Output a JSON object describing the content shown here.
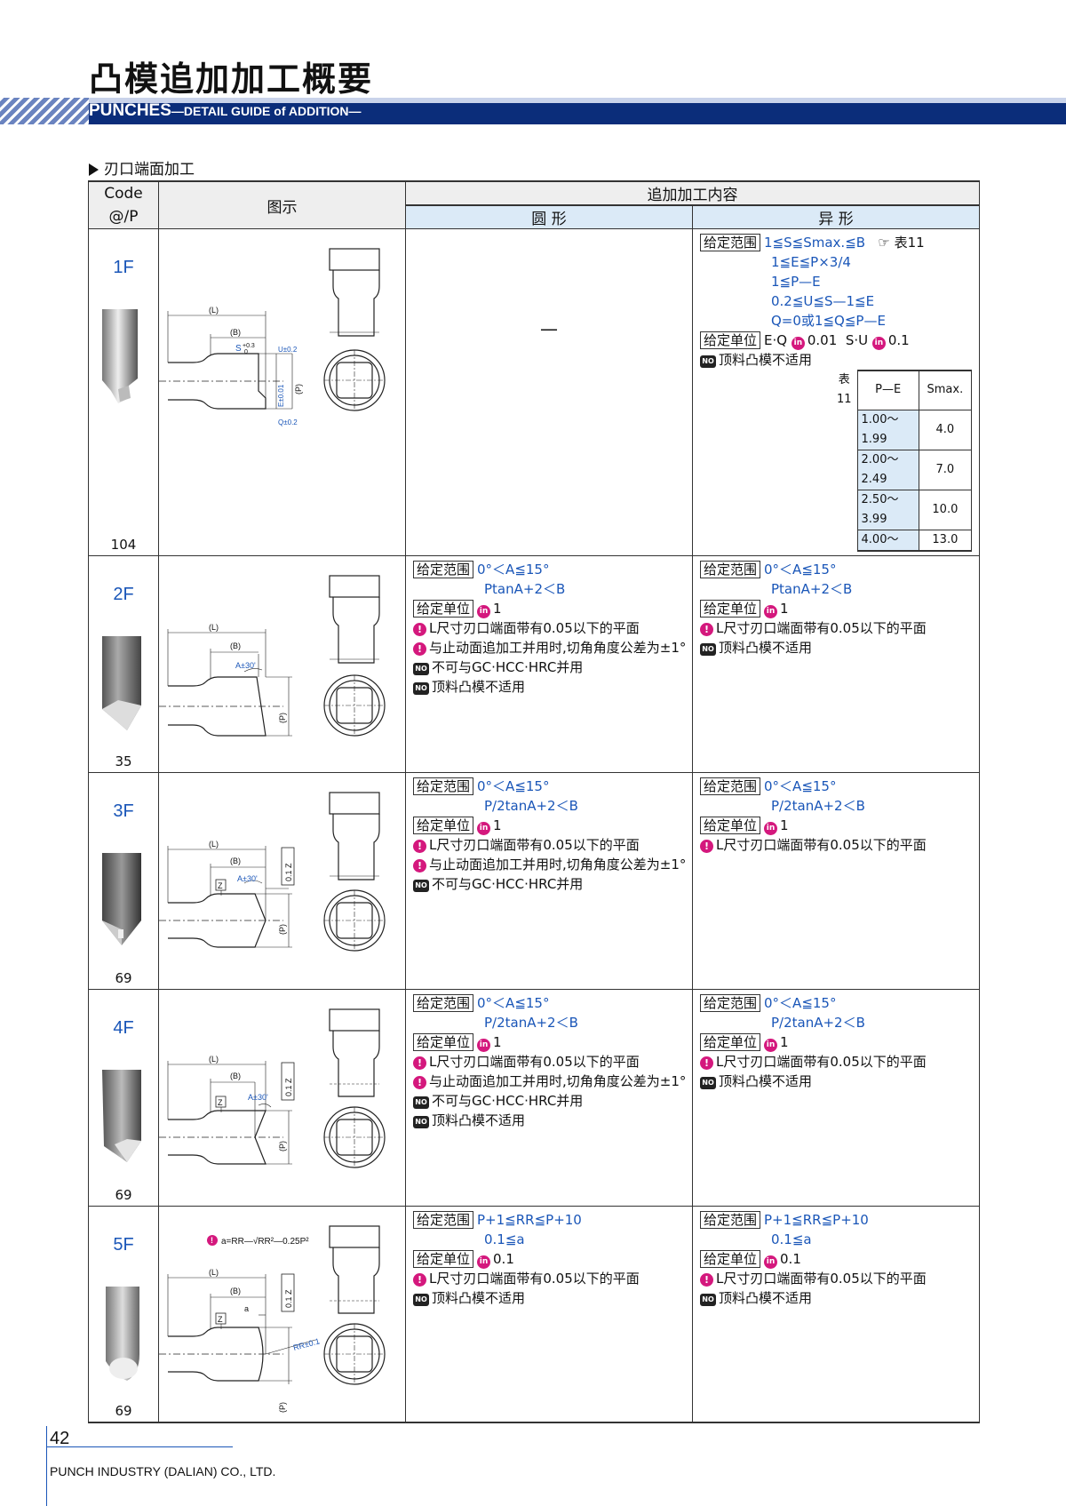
{
  "page": {
    "title": "凸模追加加工概要",
    "banner_main": "PUNCHES",
    "banner_sub": "—DETAIL GUIDE of ADDITION—",
    "section": "刃口端面加工",
    "page_number": "42",
    "company": "PUNCH INDUSTRY (DALIAN) CO., LTD."
  },
  "table": {
    "code_header_1": "Code",
    "code_header_2": "@/P",
    "figure_header": "图示",
    "content_header": "追加加工内容",
    "round_header": "圆 形",
    "shaped_header": "异 形"
  },
  "rows": [
    {
      "code": "1F",
      "page": "104",
      "round_dash": "—",
      "shaped": {
        "range_label": "给定范围",
        "range_lines": [
          "1≦S≦Smax.≦B",
          "1≦E≦P×3/4",
          "1≦P—E",
          "0.2≦U≦S—1≦E",
          "Q=0或1≦Q≦P—E"
        ],
        "range_ref": "☞ 表11",
        "unit_label": "给定单位",
        "unit_text": "E·Q",
        "unit_value1": "0.01",
        "unit_text2": "S·U",
        "unit_value2": "0.1",
        "notes": [
          "顶料凸模不适用"
        ],
        "smax_table": {
          "caption": "表11",
          "headers": [
            "P—E",
            "Smax."
          ],
          "rows": [
            [
              "1.00〜1.99",
              "4.0"
            ],
            [
              "2.00〜2.49",
              "7.0"
            ],
            [
              "2.50〜3.99",
              "10.0"
            ],
            [
              "4.00〜",
              "13.0"
            ]
          ]
        }
      }
    },
    {
      "code": "2F",
      "page": "35",
      "round": {
        "range_label": "给定范围",
        "range_lines": [
          "0°＜A≦15°",
          "PtanA+2＜B"
        ],
        "unit_label": "给定单位",
        "unit_value": "1",
        "warn_notes": [
          "L尺寸刃口端面带有0.05以下的平面",
          "与止动面追加工并用时,切角角度公差为±1°"
        ],
        "no_notes": [
          "不可与GC·HCC·HRC并用",
          "顶料凸模不适用"
        ]
      },
      "shaped": {
        "range_label": "给定范围",
        "range_lines": [
          "0°＜A≦15°",
          "PtanA+2＜B"
        ],
        "unit_label": "给定单位",
        "unit_value": "1",
        "warn_notes": [
          "L尺寸刃口端面带有0.05以下的平面"
        ],
        "no_notes": [
          "顶料凸模不适用"
        ]
      }
    },
    {
      "code": "3F",
      "page": "69",
      "round": {
        "range_label": "给定范围",
        "range_lines": [
          "0°＜A≦15°",
          "P/2tanA+2＜B"
        ],
        "unit_label": "给定单位",
        "unit_value": "1",
        "warn_notes": [
          "L尺寸刃口端面带有0.05以下的平面",
          "与止动面追加工并用时,切角角度公差为±1°"
        ],
        "no_notes": [
          "不可与GC·HCC·HRC并用"
        ]
      },
      "shaped": {
        "range_label": "给定范围",
        "range_lines": [
          "0°＜A≦15°",
          "P/2tanA+2＜B"
        ],
        "unit_label": "给定单位",
        "unit_value": "1",
        "warn_notes": [
          "L尺寸刃口端面带有0.05以下的平面"
        ],
        "no_notes": []
      }
    },
    {
      "code": "4F",
      "page": "69",
      "round": {
        "range_label": "给定范围",
        "range_lines": [
          "0°＜A≦15°",
          "P/2tanA+2＜B"
        ],
        "unit_label": "给定单位",
        "unit_value": "1",
        "warn_notes": [
          "L尺寸刃口端面带有0.05以下的平面",
          "与止动面追加工并用时,切角角度公差为±1°"
        ],
        "no_notes": [
          "不可与GC·HCC·HRC并用",
          "顶料凸模不适用"
        ]
      },
      "shaped": {
        "range_label": "给定范围",
        "range_lines": [
          "0°＜A≦15°",
          "P/2tanA+2＜B"
        ],
        "unit_label": "给定单位",
        "unit_value": "1",
        "warn_notes": [
          "L尺寸刃口端面带有0.05以下的平面"
        ],
        "no_notes": [
          "顶料凸模不适用"
        ]
      }
    },
    {
      "code": "5F",
      "page": "69",
      "formula": "a=RR—√RR²—0.25P²",
      "round": {
        "range_label": "给定范围",
        "range_lines": [
          "P+1≦RR≦P+10",
          "0.1≦a"
        ],
        "unit_label": "给定单位",
        "unit_value": "0.1",
        "warn_notes": [
          "L尺寸刃口端面带有0.05以下的平面"
        ],
        "no_notes": [
          "顶料凸模不适用"
        ]
      },
      "shaped": {
        "range_label": "给定范围",
        "range_lines": [
          "P+1≦RR≦P+10",
          "0.1≦a"
        ],
        "unit_label": "给定单位",
        "unit_value": "0.1",
        "warn_notes": [
          "L尺寸刃口端面带有0.05以下的平面"
        ],
        "no_notes": [
          "顶料凸模不适用"
        ]
      }
    }
  ],
  "figure_labels": {
    "L": "(L)",
    "B": "(B)",
    "P": "(P)",
    "S": "S",
    "S_tol": "+0.3",
    "S_tol2": "0",
    "U": "U±0.2",
    "E": "E±0.01",
    "Q": "Q±0.2",
    "A": "A±30'",
    "Z": "Z",
    "flat": "0.1 Z",
    "a": "a",
    "RR": "RR±0.1"
  },
  "icons": {
    "unit": "in",
    "warn": "!",
    "no": "NO"
  },
  "colors": {
    "banner": "#0b2d7a",
    "accent": "#1a56b8",
    "pin": "#d4187d",
    "subheader": "#dbeaf7"
  }
}
